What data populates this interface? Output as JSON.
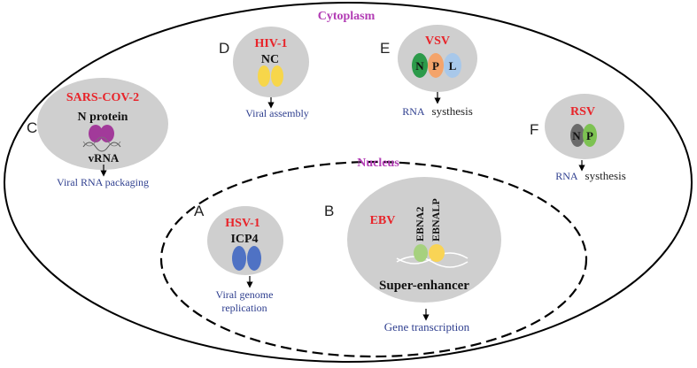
{
  "regions": {
    "cytoplasm": "Cytoplasm",
    "nucleus": "Nucleus"
  },
  "panels": {
    "A": {
      "letter": "A",
      "virus": "HSV-1",
      "protein": "ICP4",
      "outcome_line1": "Viral genome",
      "outcome_line2": "replication"
    },
    "B": {
      "letter": "B",
      "virus": "EBV",
      "protein1": "EBNA2",
      "protein2": "EBNALP",
      "element": "Super-enhancer",
      "outcome": "Gene transcription"
    },
    "C": {
      "letter": "C",
      "virus": "SARS-COV-2",
      "protein": "N protein",
      "rna": "vRNA",
      "outcome": "Viral RNA packaging"
    },
    "D": {
      "letter": "D",
      "virus": "HIV-1",
      "protein": "NC",
      "outcome": "Viral assembly"
    },
    "E": {
      "letter": "E",
      "virus": "VSV",
      "protein_n": "N",
      "protein_p": "P",
      "protein_l": "L",
      "outcome_a": "RNA",
      "outcome_b": "systhesis"
    },
    "F": {
      "letter": "F",
      "virus": "RSV",
      "protein_n": "N",
      "protein_p": "P",
      "outcome_a": "RNA",
      "outcome_b": "systhesis"
    }
  },
  "colors": {
    "virus_label": "#e8242a",
    "region_label": "#b23cb4",
    "outcome_text": "#2f3f8f",
    "compartment_fill": "#cfcfcf",
    "sars_protein": "#a23a9a",
    "hiv_protein": "#f7d64a",
    "hsv_protein": "#4f72c4",
    "ebna2": "#a6d17e",
    "ebnalp": "#f9d455",
    "vsv_n": "#2c9a4a",
    "vsv_p": "#f4a46b",
    "vsv_l": "#a8c8ea",
    "rsv_n": "#6b6b6b",
    "rsv_p": "#7dc252"
  }
}
